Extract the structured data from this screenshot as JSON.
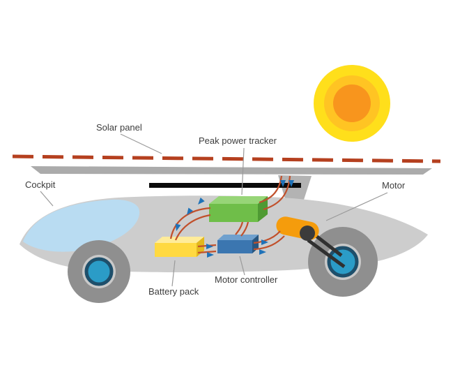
{
  "labels": {
    "solar_panel": "Solar panel",
    "peak_power_tracker": "Peak power tracker",
    "cockpit": "Cockpit",
    "motor": "Motor",
    "battery_pack": "Battery pack",
    "motor_controller": "Motor controller"
  },
  "colors": {
    "sun_outer": "#FFDF1B",
    "sun_mid": "#FFC423",
    "sun_inner": "#F8951D",
    "panel_dash": "#B5401F",
    "panel_body": "#ABABAB",
    "mast": "#B3B3B3",
    "support_bar": "#0A0A0A",
    "car_body": "#CDCDCD",
    "cockpit_glass": "#B9DCF2",
    "wheel_tire": "#8F8F8F",
    "wheel_ring": "#C9C9C9",
    "wheel_hub": "#2B9CC7",
    "wheel_hub_ring": "#1E4F6B",
    "tracker_green": "#6FBE49",
    "tracker_green_top": "#97D577",
    "tracker_green_side": "#4F9A33",
    "battery_yellow": "#FFD941",
    "battery_yellow_top": "#FFEC9A",
    "battery_yellow_side": "#E3B81C",
    "controller_blue": "#3B76B0",
    "controller_blue_top": "#6FA0CE",
    "controller_blue_side": "#275680",
    "motor_orange": "#F59C0C",
    "pulley": "#3B3B3B",
    "belt": "#303030",
    "wire": "#C1502B",
    "arrow": "#1F72B8",
    "label_text": "#3D3D3D",
    "label_line": "#9A9A9A"
  }
}
